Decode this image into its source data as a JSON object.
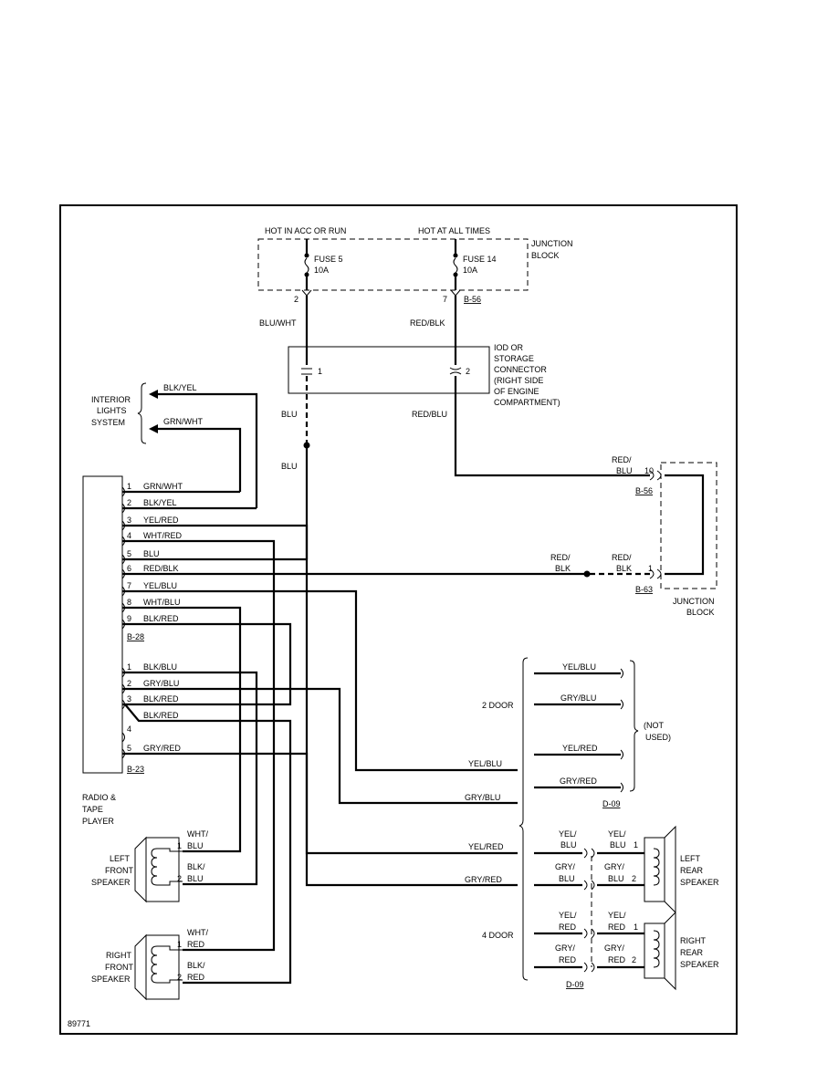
{
  "junction_block_top": {
    "label": [
      "JUNCTION",
      "BLOCK"
    ],
    "hot_acc_run": "HOT IN ACC OR RUN",
    "hot_all_times": "HOT AT ALL TIMES",
    "fuse5": [
      "FUSE 5",
      "10A"
    ],
    "fuse14": [
      "FUSE 14",
      "10A"
    ],
    "pin2": "2",
    "pin7": "7",
    "connector_id": "B-56"
  },
  "upper_wires": {
    "blu_wht": "BLU/WHT",
    "red_blk": "RED/BLK",
    "blu1": "BLU",
    "blu2": "BLU",
    "red_blu": "RED/BLU"
  },
  "iod_connector": {
    "label": [
      "IOD OR",
      "STORAGE",
      "CONNECTOR",
      "(RIGHT SIDE",
      "OF ENGINE",
      "COMPARTMENT)"
    ],
    "pin1": "1",
    "pin2": "2"
  },
  "interior": {
    "label": [
      "INTERIOR",
      "LIGHTS",
      "SYSTEM"
    ],
    "wire1": "BLK/YEL",
    "wire2": "GRN/WHT"
  },
  "radio": {
    "label": [
      "RADIO &",
      "TAPE",
      "PLAYER"
    ],
    "b28_pins": [
      {
        "num": "1",
        "wire": "GRN/WHT"
      },
      {
        "num": "2",
        "wire": "BLK/YEL"
      },
      {
        "num": "3",
        "wire": "YEL/RED"
      },
      {
        "num": "4",
        "wire": "WHT/RED"
      },
      {
        "num": "5",
        "wire": "BLU"
      },
      {
        "num": "6",
        "wire": "RED/BLK"
      },
      {
        "num": "7",
        "wire": "YEL/BLU"
      },
      {
        "num": "8",
        "wire": "WHT/BLU"
      },
      {
        "num": "9",
        "wire": "BLK/RED"
      }
    ],
    "b28_id": "B-28",
    "b23_pins": [
      {
        "num": "1",
        "wire": "BLK/BLU"
      },
      {
        "num": "2",
        "wire": "GRY/BLU"
      },
      {
        "num": "3",
        "wire": "BLK/RED"
      },
      {
        "num": "",
        "wire": "BLK/RED"
      },
      {
        "num": "4",
        "wire": ""
      },
      {
        "num": "5",
        "wire": "GRY/RED"
      }
    ],
    "b23_id": "B-23"
  },
  "junction_block_right": {
    "label": [
      "JUNCTION",
      "BLOCK"
    ],
    "red_blu": [
      "RED/",
      "BLU"
    ],
    "pin10": "10",
    "id_b56": "B-56",
    "red_blk_a": [
      "RED/",
      "BLK"
    ],
    "red_blk_b": [
      "RED/",
      "BLK"
    ],
    "pin1": "1",
    "id_b63": "B-63"
  },
  "doors": {
    "two_door": "2 DOOR",
    "four_door": "4 DOOR",
    "d09_a": "D-09",
    "d09_b": "D-09",
    "not_used": [
      "(NOT",
      "USED)"
    ],
    "two_door_wires": [
      "YEL/BLU",
      "GRY/BLU",
      "YEL/RED",
      "GRY/RED"
    ],
    "mid_wires": [
      "YEL/BLU",
      "GRY/BLU",
      "YEL/RED",
      "GRY/RED"
    ],
    "four_door_left": [
      [
        "YEL/",
        "BLU"
      ],
      [
        "GRY/",
        "BLU"
      ],
      [
        "YEL/",
        "RED"
      ],
      [
        "GRY/",
        "RED"
      ]
    ],
    "four_door_right": [
      [
        "YEL/",
        "BLU"
      ],
      [
        "GRY/",
        "BLU"
      ],
      [
        "YEL/",
        "RED"
      ],
      [
        "GRY/",
        "RED"
      ]
    ],
    "spk_pins": [
      "1",
      "2",
      "1",
      "2"
    ]
  },
  "speakers": {
    "left_front": {
      "label": [
        "LEFT",
        "FRONT",
        "SPEAKER"
      ],
      "wire1": [
        "WHT/",
        "BLU"
      ],
      "wire2": [
        "BLK/",
        "BLU"
      ],
      "pin1": "1",
      "pin2": "2"
    },
    "right_front": {
      "label": [
        "RIGHT",
        "FRONT",
        "SPEAKER"
      ],
      "wire1": [
        "WHT/",
        "RED"
      ],
      "wire2": [
        "BLK/",
        "RED"
      ],
      "pin1": "1",
      "pin2": "2"
    },
    "left_rear": {
      "label": [
        "LEFT",
        "REAR",
        "SPEAKER"
      ]
    },
    "right_rear": {
      "label": [
        "RIGHT",
        "REAR",
        "SPEAKER"
      ]
    }
  },
  "figure_id": "89771"
}
